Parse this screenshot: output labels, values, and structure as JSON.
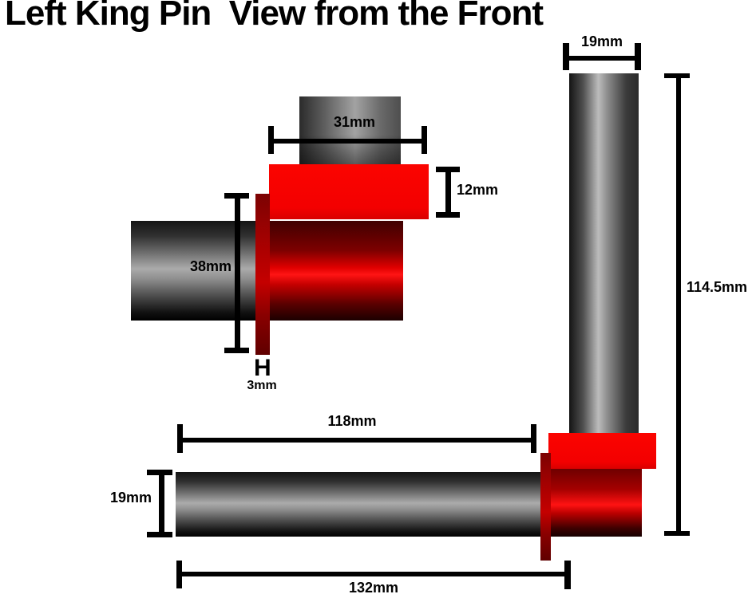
{
  "title": "Left King Pin  View from the Front",
  "colors": {
    "background": "#ffffff",
    "dimension_line": "#000000",
    "bright_red": "#f30000",
    "dark_red": "#a00000",
    "metal_highlight": "#b2b2b2",
    "metal_dark": "#141414"
  },
  "dimensions": {
    "stub_diameter": {
      "label": "31mm"
    },
    "washer_thickness": {
      "label": "12mm"
    },
    "flange_diameter": {
      "label": "38mm"
    },
    "flange_thickness": {
      "label": "3mm",
      "marker": "H"
    },
    "top_pin_diameter": {
      "label": "19mm"
    },
    "vertical_pin_length": {
      "label": "114.5mm"
    },
    "axle_length_to_flange": {
      "label": "118mm"
    },
    "axle_diameter": {
      "label": "19mm"
    },
    "overall_length": {
      "label": "132mm"
    }
  }
}
